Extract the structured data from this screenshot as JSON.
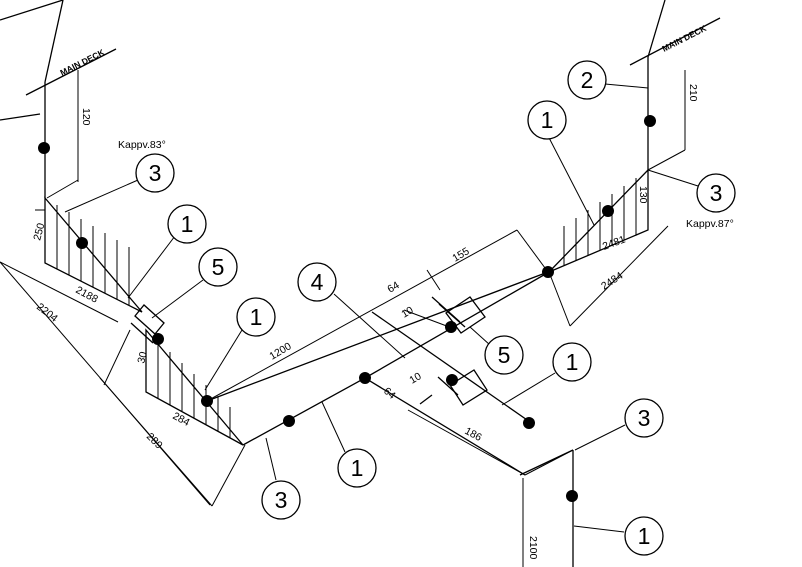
{
  "deck_label_left": "MAIN DECK",
  "deck_label_right": "MAIN DECK",
  "dimensions": {
    "left_deck_drop": "120",
    "left_weld_len": "250",
    "left_diag": "2204",
    "left_brace": "2188",
    "left_weld_small": "30",
    "left_lower": "284",
    "left_lower2": "289",
    "center_long": "1200",
    "center_64a": "64",
    "center_10a": "10",
    "center_155": "155",
    "right_deck_drop": "210",
    "right_weld_len": "130",
    "right_2481": "2481",
    "right_2484": "2484",
    "lower_10b": "10",
    "lower_64b": "64",
    "lower_186": "186",
    "lower_vertical": "2100"
  },
  "callouts": {
    "kappv_left": "Kappv.83°",
    "kappv_right": "Kappv.87°"
  },
  "balloons": {
    "b_left_3": "3",
    "b_left_1a": "1",
    "b_left_5": "5",
    "b_left_1b": "1",
    "b_center_4": "4",
    "b_right_2": "2",
    "b_right_1": "1",
    "b_right_3": "3",
    "b_center_5": "5",
    "b_center_1": "1",
    "b_bottom_3a": "3",
    "b_bottom_1a": "1",
    "b_bottom_3b": "3",
    "b_bottom_1b": "1"
  }
}
